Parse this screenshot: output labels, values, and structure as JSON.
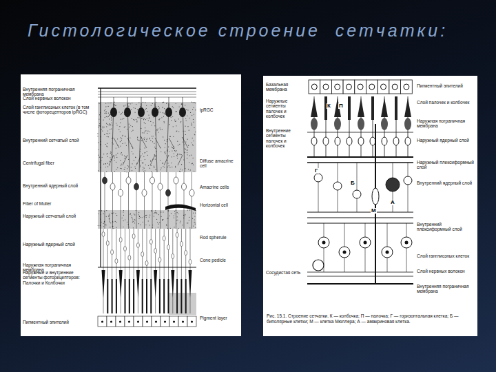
{
  "diagram": {
    "title": "Гистологическое строение  сетчатки:",
    "caption": "Рис. 15.1. Строение сетчатки. К — колбочка; П — палочка; Г — горизонтальная клетка; Б — биполярные клетки; М — клетка Мюллера; А — амакриновая клетка.",
    "labels": [
      "Внутренняя пограничная мембрана",
      "Слой нервных волокон",
      "Слой ганглиозных клеток (в том числе фоторецепторов ipRGC)",
      "Внутренний сетчатый слой",
      "Centrifugal fiber",
      "Внутренний ядерный слой",
      "Fiber of Muller",
      "Наружный сетчатый слой",
      "Наружный ядерный слой",
      "Наружная пограничная мембрана",
      "Наружные и внутренние сегменты фоторецепторов: Палочки и Колбочки",
      "Пигментный эпителий",
      "ipRGC",
      "Diffuse amacrine cell",
      "Amacrine cells",
      "Horizontal cell",
      "Rod spherule",
      "Cone pedicle",
      "Pigment layer",
      "Базальная мембрана",
      "Наружные сегменты палочек и колбочек",
      "Внутренние сегменты палочек и колбочек",
      "Сосудистая сеть",
      "Пигментный эпителий",
      "Слой палочек и колбочек",
      "Наружная пограничная мембрана",
      "Наружный ядерный слой",
      "Наружный плексиформный слой",
      "Внутренний ядерный слой",
      "Внутренний плексиформный слой",
      "Слой ганглиозных клеток",
      "Слой нервных волокон",
      "Внутренняя пограничная мембрана",
      "К",
      "П",
      "Г",
      "Б",
      "М",
      "А"
    ]
  }
}
